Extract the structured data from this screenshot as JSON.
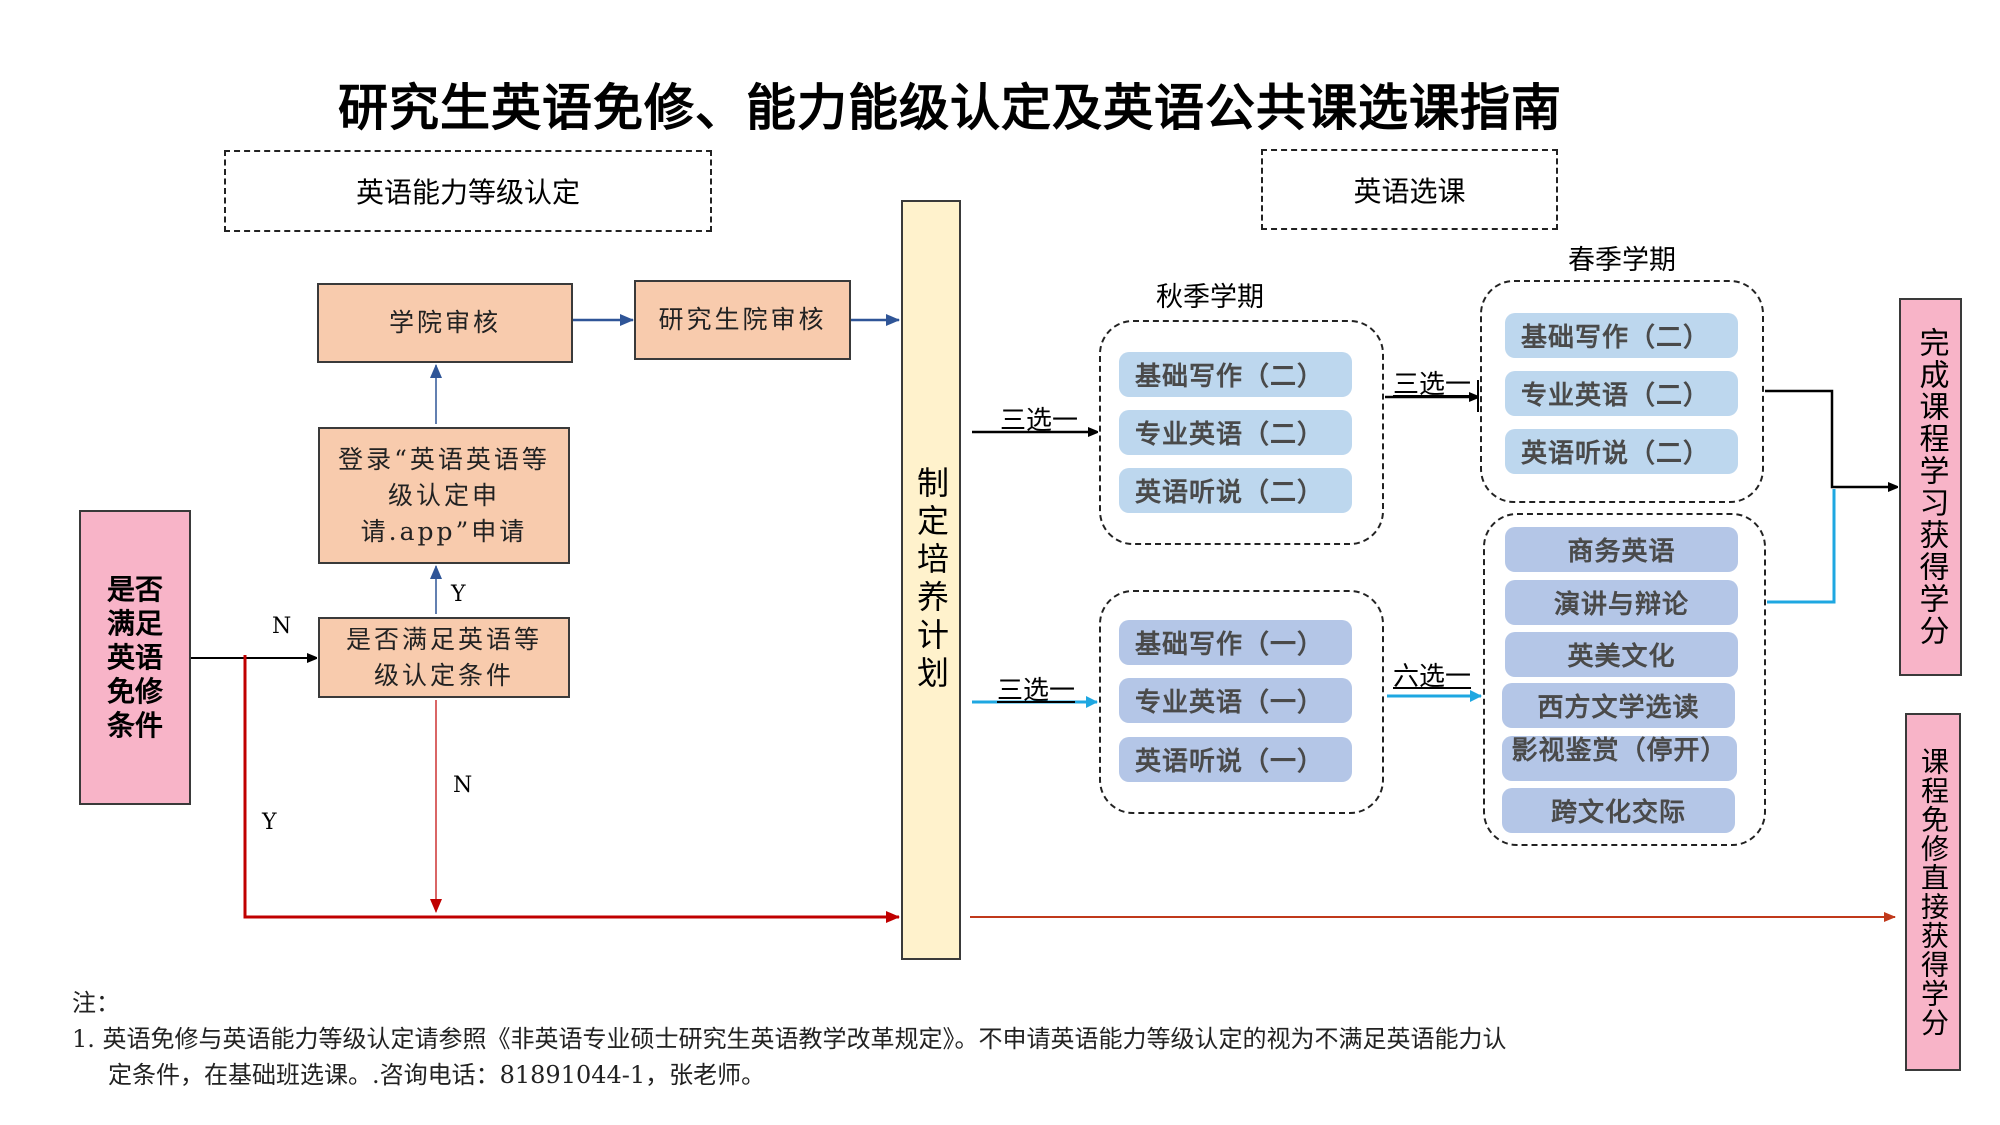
{
  "title": "研究生英语免修、能力能级认定及英语公共课选课指南",
  "sections": {
    "level_cert": "英语能力等级认定",
    "course_select": "英语选课"
  },
  "flow": {
    "exemption_question": "是否满足英语免修条件",
    "level_condition_question": "是否满足英语等级认定条件",
    "login_apply": "登录“英语英语等级认定申请.app”申请",
    "college_review": "学院审核",
    "grad_school_review": "研究生院审核",
    "training_plan": "制定培养计划",
    "labels": {
      "exempt_no": "N",
      "exempt_yes": "Y",
      "cond_yes": "Y",
      "cond_no": "N"
    }
  },
  "autumn": {
    "term_label": "秋季学期",
    "advanced_choice": "三选一",
    "advanced_courses": [
      "基础写作（二）",
      "专业英语（二）",
      "英语听说（二）"
    ],
    "basic_choice": "三选一",
    "basic_courses": [
      "基础写作（一）",
      "专业英语（一）",
      "英语听说（一）"
    ]
  },
  "spring": {
    "term_label": "春季学期",
    "advanced_choice": "三选一",
    "advanced_courses": [
      "基础写作（二）",
      "专业英语（二）",
      "英语听说（二）"
    ],
    "elective_choice": "六选一",
    "electives": [
      "商务英语",
      "演讲与辩论",
      "英美文化",
      "西方文学选读",
      "影视鉴赏（停开）",
      "跨文化交际"
    ]
  },
  "outcomes": {
    "complete_credit": "完成课程学习获得学分",
    "exempt_credit": "课程免修直接获得学分"
  },
  "notes": {
    "heading": "注：",
    "line1": "1. 英语免修与英语能力等级认定请参照《非英语专业硕士研究生英语教学改革规定》。不申请英语能力等级认定的视为不满足英语能力认",
    "line2": "定条件，在基础班选课。.咨询电话：81891044-1，张老师。"
  },
  "colors": {
    "orange_box": "#f8cbad",
    "pink_box": "#f8b4c8",
    "yellow_bar": "#fff2cc",
    "course_light": "#bdd7ee",
    "course_mid": "#b4c6e7",
    "arrow_blue_dark": "#2f5597",
    "arrow_cyan": "#1ea7e1",
    "arrow_red": "#c00000",
    "arrow_orange_red": "#c0391b"
  }
}
